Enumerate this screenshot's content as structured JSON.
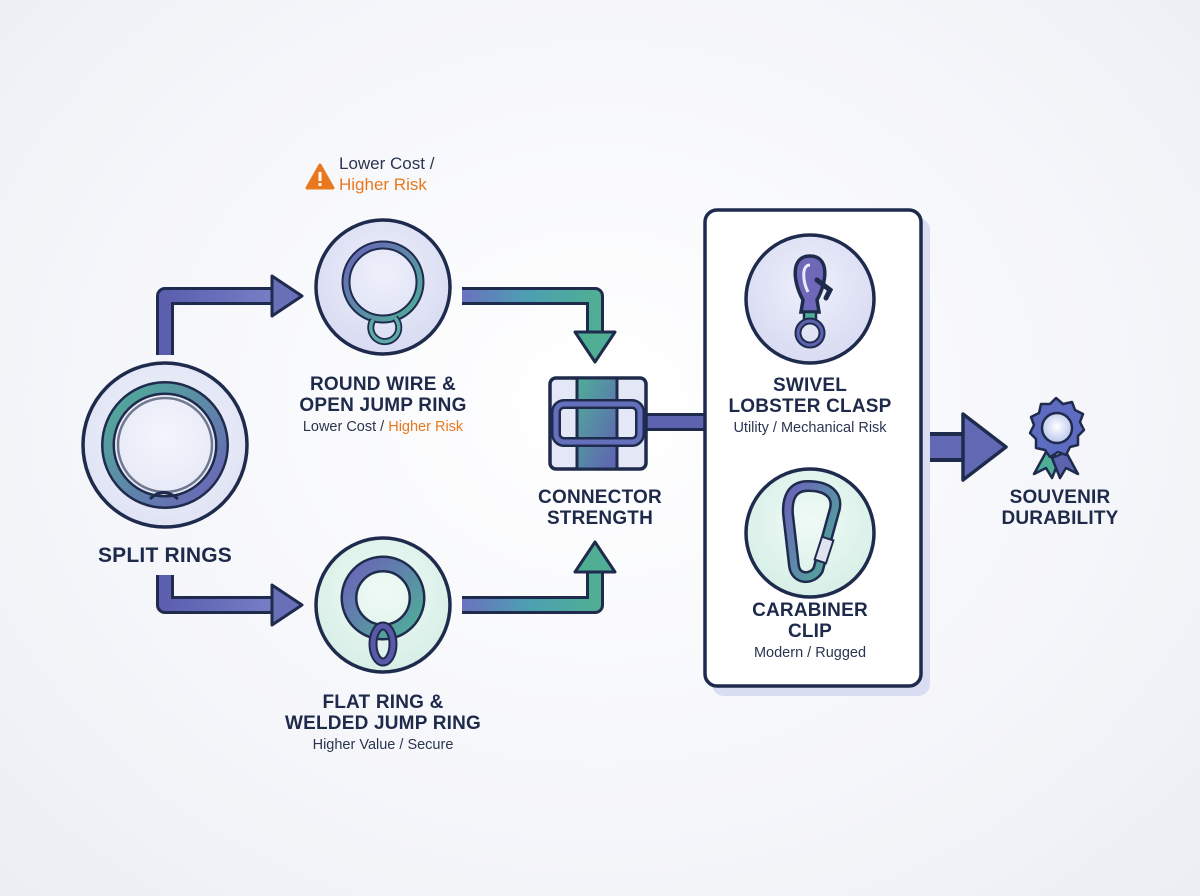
{
  "warning": {
    "line1": "Lower Cost /",
    "line2": "Higher Risk"
  },
  "nodes": {
    "split_rings": {
      "title": "SPLIT RINGS"
    },
    "round_wire": {
      "title_l1": "ROUND WIRE &",
      "title_l2": "OPEN JUMP RING",
      "sub_a": "Lower Cost / ",
      "sub_b": "Higher Risk"
    },
    "flat_ring": {
      "title_l1": "FLAT RING &",
      "title_l2": "WELDED JUMP RING",
      "sub": "Higher Value / Secure"
    },
    "connector": {
      "title_l1": "CONNECTOR",
      "title_l2": "STRENGTH"
    },
    "swivel": {
      "title_l1": "SWIVEL",
      "title_l2": "LOBSTER CLASP",
      "sub": "Utility / Mechanical Risk"
    },
    "carabiner": {
      "title_l1": "CARABINER",
      "title_l2": "CLIP",
      "sub": "Modern / Rugged"
    },
    "souvenir": {
      "title_l1": "SOUVENIR",
      "title_l2": "DURABILITY"
    }
  },
  "colors": {
    "navy": "#1f2b4d",
    "purple_arrow": "#6a70b8",
    "teal_arrow": "#4fa596",
    "warning_orange": "#e8781e"
  }
}
